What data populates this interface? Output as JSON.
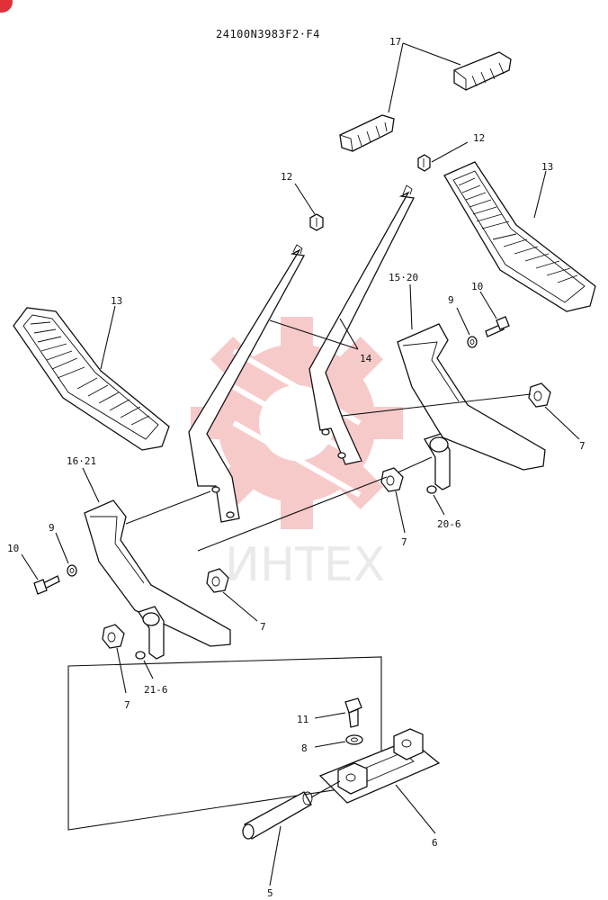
{
  "drawing_code": "24100N3983F2·F4",
  "watermark": {
    "text": "ИНТЕХ",
    "color": "#f08080"
  },
  "badge": {
    "color": "#e0303a"
  },
  "callouts": {
    "c17": "17",
    "c12a": "12",
    "c12b": "12",
    "c13a": "13",
    "c13b": "13",
    "c14": "14",
    "c15_20": "15·20",
    "c9a": "9",
    "c10a": "10",
    "c7a": "7",
    "c16_21": "16·21",
    "c9b": "9",
    "c10b": "10",
    "c7b": "7",
    "c20_6": "20-6",
    "c7c": "7",
    "c7d": "7",
    "c21_6": "21-6",
    "c11": "11",
    "c8": "8",
    "c6": "6",
    "c5": "5"
  }
}
